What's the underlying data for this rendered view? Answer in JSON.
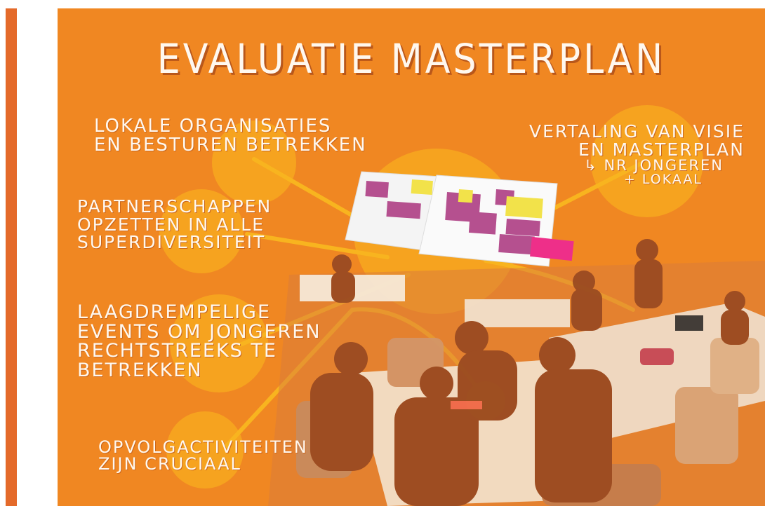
{
  "title": "EVALUATIE MASTERPLAN",
  "labels": {
    "organisaties": [
      "LOKALE ORGANISATIES",
      "EN BESTUREN BETREKKEN"
    ],
    "partnerschappen": [
      "PARTNERSCHAPPEN",
      "OPZETTEN IN ALLE",
      "SUPERDIVERSITEIT"
    ],
    "events": [
      "LAAGDREMPELIGE",
      "EVENTS OM JONGEREN",
      "RECHTSTREEKS TE",
      "BETREKKEN"
    ],
    "opvolg": [
      "OPVOLGACTIVITEITEN",
      "ZIJN CRUCIAAL"
    ],
    "vertaling": [
      "VERTALING VAN VISIE",
      "EN MASTERPLAN",
      "↳ NR JONGEREN",
      "+ LOKAAL"
    ]
  },
  "colors": {
    "background": "#f08722",
    "circle": "#f7a81e",
    "text": "#fff8ef",
    "postit_purple": "#b5508f",
    "postit_yellow": "#f2e24a",
    "postit_pink": "#ee2f89"
  }
}
